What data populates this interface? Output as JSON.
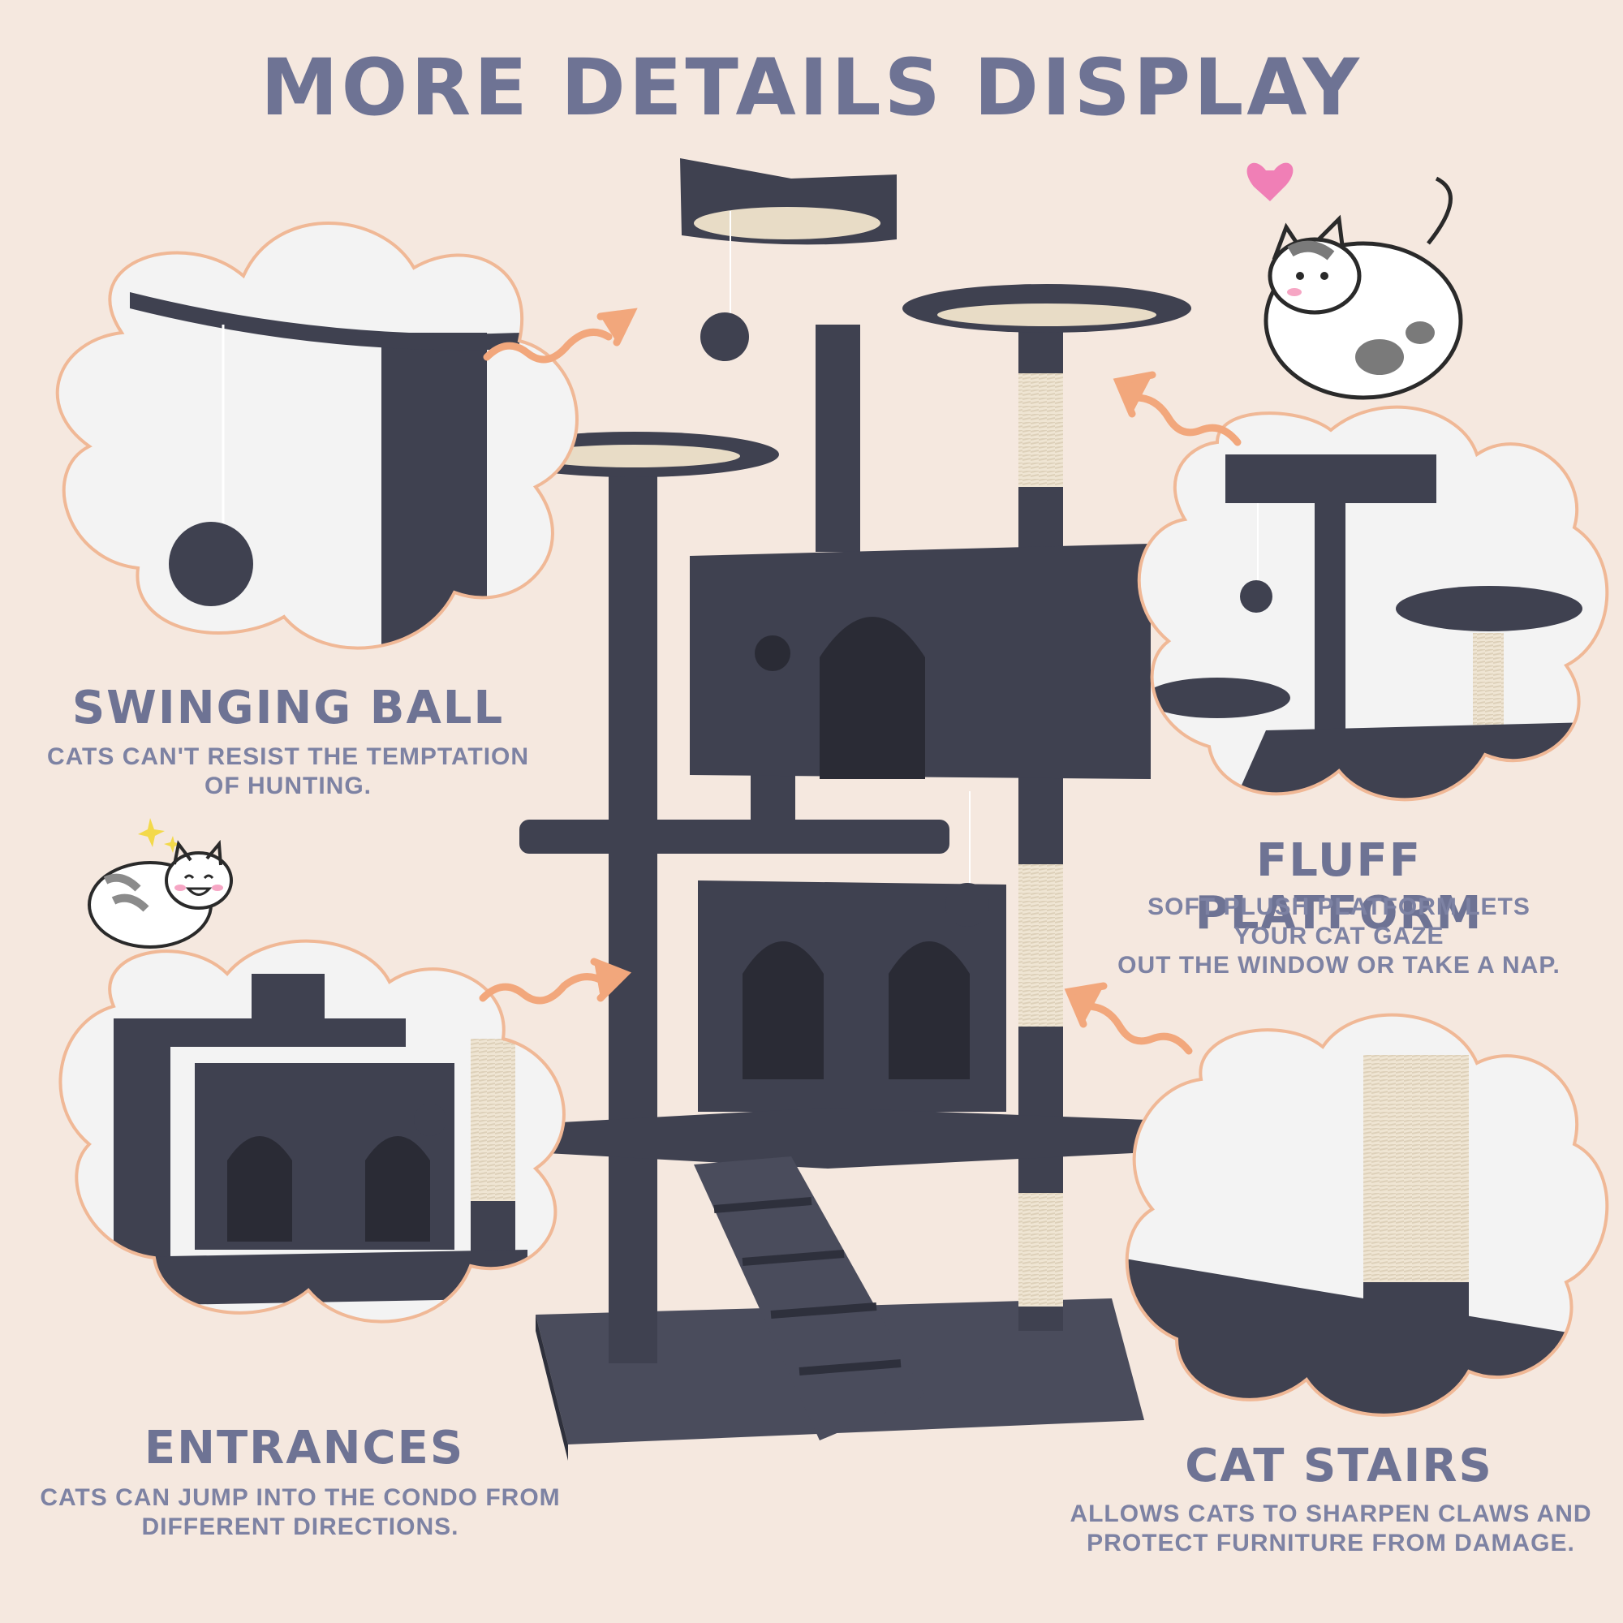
{
  "page": {
    "title": "MORE DETAILS DISPLAY",
    "colors": {
      "background": "#f5e8df",
      "heading": "#6e7394",
      "body_text": "#7d82a3",
      "plush": "#3f4150",
      "sisal": "#efe5d3",
      "arrow": "#f2a77c",
      "bubble_outline": "#f0b896"
    }
  },
  "features": {
    "swinging_ball": {
      "heading": "SWINGING BALL",
      "lines": [
        "CATS CAN'T RESIST THE TEMPTATION",
        "OF HUNTING."
      ]
    },
    "fluff_platform": {
      "heading": "FLUFF PLATFORM",
      "lines": [
        "SOFT PLUSH PLATFORM LETS",
        "YOUR CAT GAZE",
        "OUT THE WINDOW OR TAKE A NAP."
      ]
    },
    "entrances": {
      "heading": "ENTRANCES",
      "lines": [
        "CATS CAN JUMP INTO THE CONDO FROM",
        "DIFFERENT DIRECTIONS."
      ]
    },
    "cat_stairs": {
      "heading": "CAT STAIRS",
      "lines": [
        "ALLOWS CATS TO SHARPEN CLAWS AND",
        "PROTECT FURNITURE FROM DAMAGE."
      ]
    }
  },
  "illustrations": {
    "main": "cat-tree-product-photo",
    "bubbles": [
      "swinging-ball-closeup",
      "fluff-platform-closeup",
      "entrances-closeup",
      "cat-stairs-closeup"
    ],
    "stickers": [
      "playful-cat-doodle",
      "happy-cat-doodle"
    ],
    "arrows": [
      "squiggle-arrow-icon"
    ]
  }
}
